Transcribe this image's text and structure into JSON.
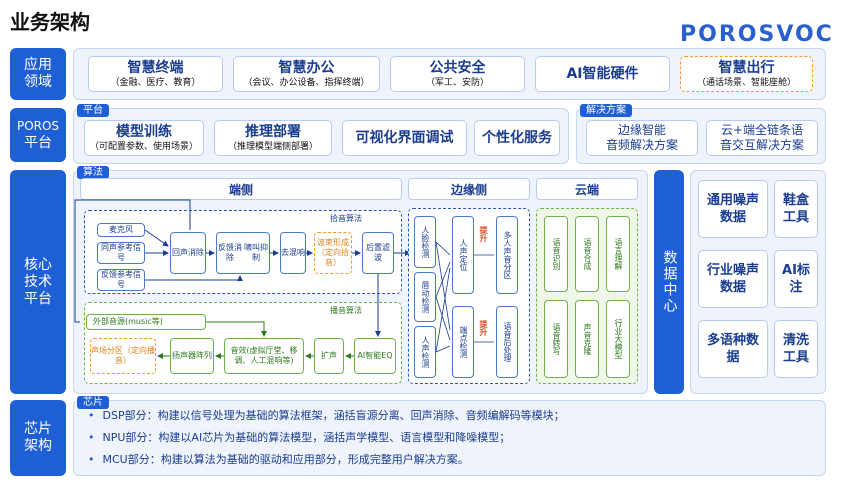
{
  "title": "业务架构",
  "logo": "POROSVOC",
  "rows": {
    "app": {
      "label_1": "应用",
      "label_2": "领域"
    },
    "platform": {
      "label_1": "POROS",
      "label_2": "平台"
    },
    "core": {
      "label_1": "核心",
      "label_2": "技术",
      "label_3": "平台"
    },
    "chip": {
      "label_1": "芯片",
      "label_2": "架构"
    }
  },
  "apps": [
    {
      "name": "智慧终端",
      "desc": "（金融、医疗、教育）"
    },
    {
      "name": "智慧办公",
      "desc": "（会议、办公设备、指挥终端）"
    },
    {
      "name": "公共安全",
      "desc": "（军工、安防）"
    },
    {
      "name": "AI智能硬件",
      "desc": ""
    },
    {
      "name": "智慧出行",
      "desc": "（通话场景、智能座舱）"
    }
  ],
  "platform": {
    "tag": "平台",
    "items": [
      {
        "name": "模型训练",
        "desc": "（可配置参数、使用场景）"
      },
      {
        "name": "推理部署",
        "desc": "（推理模型端侧部署）"
      },
      {
        "name": "可视化界面调试",
        "desc": ""
      },
      {
        "name": "个性化服务",
        "desc": ""
      }
    ],
    "solution_tag": "解决方案",
    "solutions": [
      {
        "line1": "边缘智能",
        "line2": "音频解决方案"
      },
      {
        "line1": "云+端全链条语",
        "line2": "音交互解决方案"
      }
    ]
  },
  "algo": {
    "tag": "算法",
    "col_device": "端侧",
    "col_edge": "边缘侧",
    "col_cloud": "云端",
    "pickup_label": "拾音算法",
    "playback_label": "播音算法",
    "pickup": {
      "mic": "麦克风",
      "ref1": "同声参考信号",
      "ref2": "反馈参考信号",
      "echo": "回声消除",
      "fb": "反馈消除",
      "howl": "啸叫抑制",
      "dereverb": "去混响",
      "beam": "波束形成（定向拾音）",
      "post": "后置滤波"
    },
    "playback": {
      "music": "外部音源(music等)",
      "zone": "声场分区（定向播音）",
      "array": "扬声器阵列",
      "effect": "音效(虚拟厅堂、移调、人工混响等)",
      "amp": "扩声",
      "eq": "AI智能EQ"
    },
    "edge": {
      "face": "人脸检测",
      "lip": "唇动检测",
      "voice": "人声检测",
      "locate": "人声定位",
      "endpoint": "端点检测",
      "separate": "多人声音分区",
      "postproc": "语音后处理",
      "boost": "提升"
    },
    "cloud": {
      "asr": "语音识别",
      "tts": "语音合成",
      "nlu": "语言理解",
      "transcribe": "语音转写",
      "clone": "声音克隆",
      "llm": "行业大模型"
    }
  },
  "data_center": {
    "label": "数据中心",
    "items": [
      "通用噪声数据",
      "鞋盒工具",
      "行业噪声数据",
      "AI标注",
      "多语种数据",
      "清洗工具"
    ]
  },
  "chip": {
    "tag": "芯片",
    "lines": [
      {
        "name": "DSP部分：",
        "text": "构建以信号处理为基础的算法框架，涵括盲源分离、回声消除、音频编解码等模块；"
      },
      {
        "name": "NPU部分：",
        "text": "构建以AI芯片为基础的算法模型，涵括声学模型、语言模型和降噪模型；"
      },
      {
        "name": "MCU部分：",
        "text": "构建以算法为基础的驱动和应用部分，形成完整用户解决方案。"
      }
    ]
  }
}
